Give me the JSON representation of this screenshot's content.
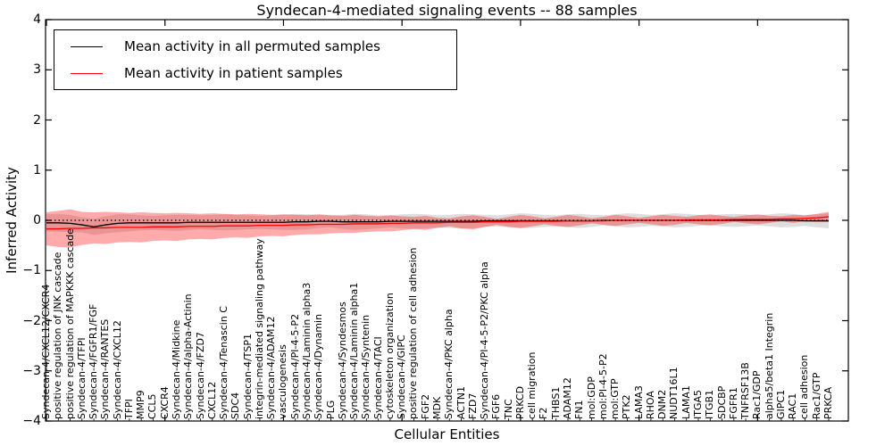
{
  "chart_data": {
    "type": "line",
    "title": "Syndecan-4-mediated signaling events -- 88 samples",
    "xlabel": "Cellular Entities",
    "ylabel": "Inferred Activity",
    "ylim": [
      -4,
      4
    ],
    "yticks": [
      4,
      3,
      2,
      1,
      0,
      -1,
      -2,
      -3,
      -4
    ],
    "grid": false,
    "legend_position": "upper left",
    "zero_line": {
      "y": 0,
      "style": "dotted",
      "color": "#000000"
    },
    "categories": [
      "Syndecan-4/CXCL12/CXCR4",
      "positive regulation of JNK cascade",
      "positive regulation of MAPKKK cascade",
      "Syndecan-4/TFPI",
      "Syndecan-4/FGFR1/FGF",
      "Syndecan-4/RANTES",
      "Syndecan-4/CXCL12",
      "TFPI",
      "MMP9",
      "CCL5",
      "CXCR4",
      "Syndecan-4/Midkine",
      "Syndecan-4/alpha-Actinin",
      "Syndecan-4/FZD7",
      "CXCL12",
      "Syndecan-4/Tenascin C",
      "SDC4",
      "Syndecan-4/TSP1",
      "integrin-mediated signaling pathway",
      "Syndecan-4/ADAM12",
      "vasculogenesis",
      "Syndecan-4/PI-4-5-P2",
      "Syndecan-4/Laminin alpha3",
      "Syndecan-4/Dynamin",
      "PLG",
      "Syndecan-4/Syndesmos",
      "Syndecan-4/Laminin alpha1",
      "Syndecan-4/Syntenin",
      "Syndecan-4/TACI",
      "cytoskeleton organization",
      "Syndecan-4/GIPC",
      "positive regulation of cell adhesion",
      "FGF2",
      "MDK",
      "Syndecan-4/PKC alpha",
      "ACTN1",
      "FZD7",
      "Syndecan-4/PI-4-5-P2/PKC alpha",
      "FGF6",
      "TNC",
      "PRKCD",
      "cell migration",
      "F2",
      "THBS1",
      "ADAM12",
      "FN1",
      "mol:GDP",
      "mol:PI-4-5-P2",
      "mol:GTP",
      "PTK2",
      "LAMA3",
      "RHOA",
      "DNM2",
      "NUDT16L1",
      "LAMA1",
      "ITGA5",
      "ITGB1",
      "SDCBP",
      "FGFR1",
      "TNFRSF13B",
      "Rac1/GDP",
      "alpha5/beta1 Integrin",
      "GIPC1",
      "RAC1",
      "cell adhesion",
      "Rac1/GTP",
      "PRKCA"
    ],
    "series": [
      {
        "name": "Mean activity in all permuted samples",
        "color": "#000000",
        "style": "solid",
        "values": [
          -0.05,
          -0.05,
          -0.06,
          -0.09,
          -0.13,
          -0.09,
          -0.06,
          -0.05,
          -0.05,
          -0.05,
          -0.05,
          -0.05,
          -0.04,
          -0.04,
          -0.04,
          -0.04,
          -0.04,
          -0.04,
          -0.04,
          -0.04,
          -0.04,
          -0.03,
          -0.03,
          -0.02,
          -0.02,
          -0.03,
          -0.03,
          -0.03,
          -0.03,
          -0.02,
          -0.02,
          -0.02,
          -0.02,
          -0.02,
          -0.02,
          -0.02,
          -0.02,
          -0.01,
          -0.01,
          -0.01,
          -0.01,
          -0.01,
          -0.01,
          -0.01,
          -0.01,
          -0.01,
          -0.01,
          0.0,
          0.0,
          0.0,
          0.0,
          0.0,
          0.0,
          0.0,
          0.0,
          0.0,
          0.0,
          0.0,
          0.0,
          0.0,
          0.0,
          0.0,
          0.0,
          0.0,
          -0.01,
          -0.01,
          -0.01
        ]
      },
      {
        "name": "Mean activity in patient samples",
        "color": "#ff0000",
        "style": "solid",
        "values": [
          -0.17,
          -0.17,
          -0.16,
          -0.16,
          -0.15,
          -0.15,
          -0.14,
          -0.14,
          -0.14,
          -0.13,
          -0.13,
          -0.13,
          -0.12,
          -0.12,
          -0.12,
          -0.11,
          -0.11,
          -0.11,
          -0.1,
          -0.1,
          -0.1,
          -0.09,
          -0.09,
          -0.08,
          -0.08,
          -0.08,
          -0.07,
          -0.07,
          -0.07,
          -0.06,
          -0.06,
          -0.05,
          -0.05,
          -0.05,
          -0.04,
          -0.04,
          -0.04,
          -0.03,
          -0.03,
          -0.03,
          -0.02,
          -0.02,
          -0.02,
          -0.02,
          -0.01,
          -0.01,
          -0.01,
          -0.01,
          0.0,
          0.0,
          0.0,
          0.0,
          0.0,
          0.0,
          0.01,
          0.01,
          0.01,
          0.01,
          0.02,
          0.02,
          0.02,
          0.02,
          0.03,
          0.03,
          0.04,
          0.05,
          0.07
        ]
      }
    ],
    "bands": [
      {
        "name": "permuted-samples-std-band",
        "color": "#000000",
        "opacity": 0.13,
        "hi": [
          0.12,
          0.13,
          0.11,
          0.06,
          0.03,
          0.08,
          0.12,
          0.12,
          0.1,
          0.09,
          0.1,
          0.11,
          0.11,
          0.1,
          0.11,
          0.12,
          0.11,
          0.1,
          0.09,
          0.1,
          0.11,
          0.13,
          0.12,
          0.11,
          0.1,
          0.11,
          0.13,
          0.12,
          0.1,
          0.1,
          0.12,
          0.13,
          0.12,
          0.1,
          0.11,
          0.13,
          0.12,
          0.11,
          0.1,
          0.12,
          0.14,
          0.13,
          0.11,
          0.1,
          0.12,
          0.13,
          0.11,
          0.1,
          0.12,
          0.14,
          0.13,
          0.11,
          0.12,
          0.14,
          0.13,
          0.11,
          0.1,
          0.12,
          0.13,
          0.12,
          0.1,
          0.12,
          0.14,
          0.13,
          0.1,
          0.12,
          0.14
        ],
        "lo": [
          -0.22,
          -0.23,
          -0.23,
          -0.24,
          -0.29,
          -0.26,
          -0.24,
          -0.22,
          -0.2,
          -0.19,
          -0.2,
          -0.21,
          -0.19,
          -0.18,
          -0.19,
          -0.2,
          -0.19,
          -0.18,
          -0.17,
          -0.18,
          -0.19,
          -0.19,
          -0.18,
          -0.15,
          -0.14,
          -0.17,
          -0.19,
          -0.18,
          -0.16,
          -0.14,
          -0.16,
          -0.17,
          -0.16,
          -0.14,
          -0.15,
          -0.17,
          -0.16,
          -0.13,
          -0.12,
          -0.14,
          -0.16,
          -0.15,
          -0.13,
          -0.12,
          -0.14,
          -0.15,
          -0.13,
          -0.1,
          -0.12,
          -0.14,
          -0.13,
          -0.11,
          -0.12,
          -0.14,
          -0.13,
          -0.11,
          -0.1,
          -0.12,
          -0.13,
          -0.12,
          -0.1,
          -0.12,
          -0.14,
          -0.13,
          -0.11,
          -0.14,
          -0.16
        ]
      },
      {
        "name": "patient-samples-std-band",
        "color": "#ff0000",
        "opacity": 0.33,
        "hi": [
          0.16,
          0.19,
          0.22,
          0.17,
          0.16,
          0.17,
          0.16,
          0.15,
          0.16,
          0.15,
          0.14,
          0.15,
          0.14,
          0.13,
          0.14,
          0.13,
          0.12,
          0.13,
          0.12,
          0.11,
          0.12,
          0.11,
          0.1,
          0.12,
          0.1,
          0.09,
          0.11,
          0.09,
          0.08,
          0.1,
          0.08,
          0.07,
          0.09,
          0.05,
          0.04,
          0.08,
          0.1,
          0.07,
          0.03,
          0.07,
          0.11,
          0.08,
          0.04,
          0.07,
          0.11,
          0.08,
          0.04,
          0.07,
          0.11,
          0.08,
          0.05,
          0.08,
          0.11,
          0.09,
          0.07,
          0.1,
          0.12,
          0.09,
          0.07,
          0.1,
          0.12,
          0.09,
          0.08,
          0.11,
          0.1,
          0.13,
          0.17
        ],
        "lo": [
          -0.5,
          -0.53,
          -0.54,
          -0.49,
          -0.46,
          -0.47,
          -0.44,
          -0.43,
          -0.44,
          -0.41,
          -0.4,
          -0.41,
          -0.38,
          -0.37,
          -0.38,
          -0.35,
          -0.34,
          -0.35,
          -0.32,
          -0.31,
          -0.32,
          -0.29,
          -0.28,
          -0.28,
          -0.26,
          -0.25,
          -0.25,
          -0.23,
          -0.22,
          -0.22,
          -0.2,
          -0.17,
          -0.19,
          -0.15,
          -0.12,
          -0.16,
          -0.18,
          -0.13,
          -0.09,
          -0.13,
          -0.15,
          -0.12,
          -0.08,
          -0.11,
          -0.13,
          -0.1,
          -0.06,
          -0.09,
          -0.11,
          -0.08,
          -0.05,
          -0.08,
          -0.11,
          -0.09,
          -0.05,
          -0.08,
          -0.1,
          -0.07,
          -0.03,
          -0.06,
          -0.08,
          -0.05,
          -0.02,
          -0.05,
          -0.02,
          -0.03,
          -0.03
        ]
      }
    ]
  }
}
